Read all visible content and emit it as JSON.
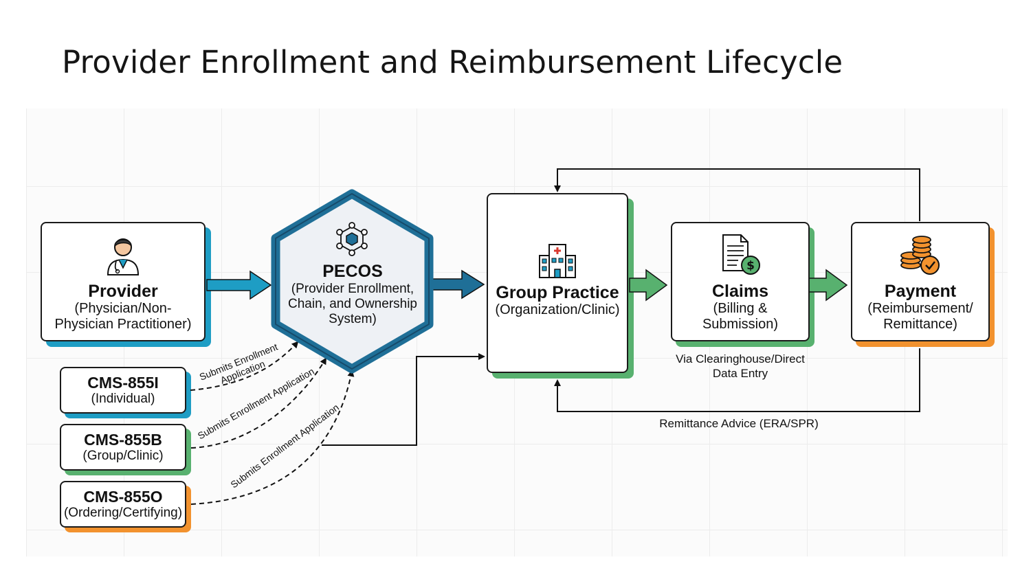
{
  "title": "Provider Enrollment and Reimbursement Lifecycle",
  "nodes": {
    "provider": {
      "name": "Provider",
      "sub": "(Physician/Non-Physician Practitioner)"
    },
    "pecos": {
      "name": "PECOS",
      "sub": "(Provider Enrollment, Chain, and Ownership System)"
    },
    "group_practice": {
      "name": "Group Practice",
      "sub": "(Organization/Clinic)"
    },
    "claims": {
      "name": "Claims",
      "sub": "(Billing & Submission)"
    },
    "payment": {
      "name": "Payment",
      "sub": "(Reimbursement/ Remittance)"
    },
    "cms_855i": {
      "name": "CMS-855I",
      "sub": "(Individual)"
    },
    "cms_855b": {
      "name": "CMS-855B",
      "sub": "(Group/Clinic)"
    },
    "cms_855o": {
      "name": "CMS-855O",
      "sub": "(Ordering/Certifying)"
    }
  },
  "labels": {
    "submits_1": "Submits Enrollment Application",
    "submits_2": "Submits Enrollment Application",
    "submits_3": "Submits Enrollment Application",
    "via_clearinghouse": "Via Clearinghouse/Direct Data Entry",
    "remittance_advice": "Remittance Advice (ERA/SPR)"
  },
  "icons": {
    "provider": "doctor-icon",
    "pecos": "network-hexagon-icon",
    "group_practice": "hospital-icon",
    "claims": "invoice-dollar-icon",
    "payment": "coins-check-icon"
  },
  "colors": {
    "blue_accent": "#1f7da6",
    "teal_accent": "#1e9dc4",
    "green_accent": "#58b16f",
    "orange_accent": "#f2922e",
    "dark_navy": "#164a6a",
    "hex_fill": "#eef1f5"
  }
}
